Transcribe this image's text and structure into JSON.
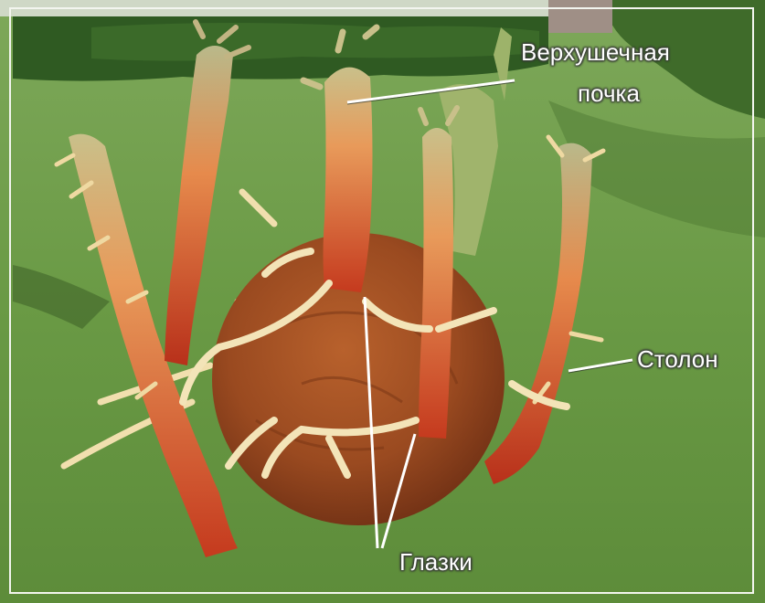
{
  "labels": {
    "apical_bud_line1": "Верхушечная",
    "apical_bud_line2": "почка",
    "stolon": "Столон",
    "eyes": "Глазки"
  },
  "colors": {
    "lawn": "#5f8a3a",
    "hedge": "#2f5a22",
    "tuber": "#9c4a22",
    "sprout": "#e07a3a",
    "sprout_base": "#c8321e",
    "root": "#f3e3b4",
    "leader_line": "#ffffff"
  }
}
